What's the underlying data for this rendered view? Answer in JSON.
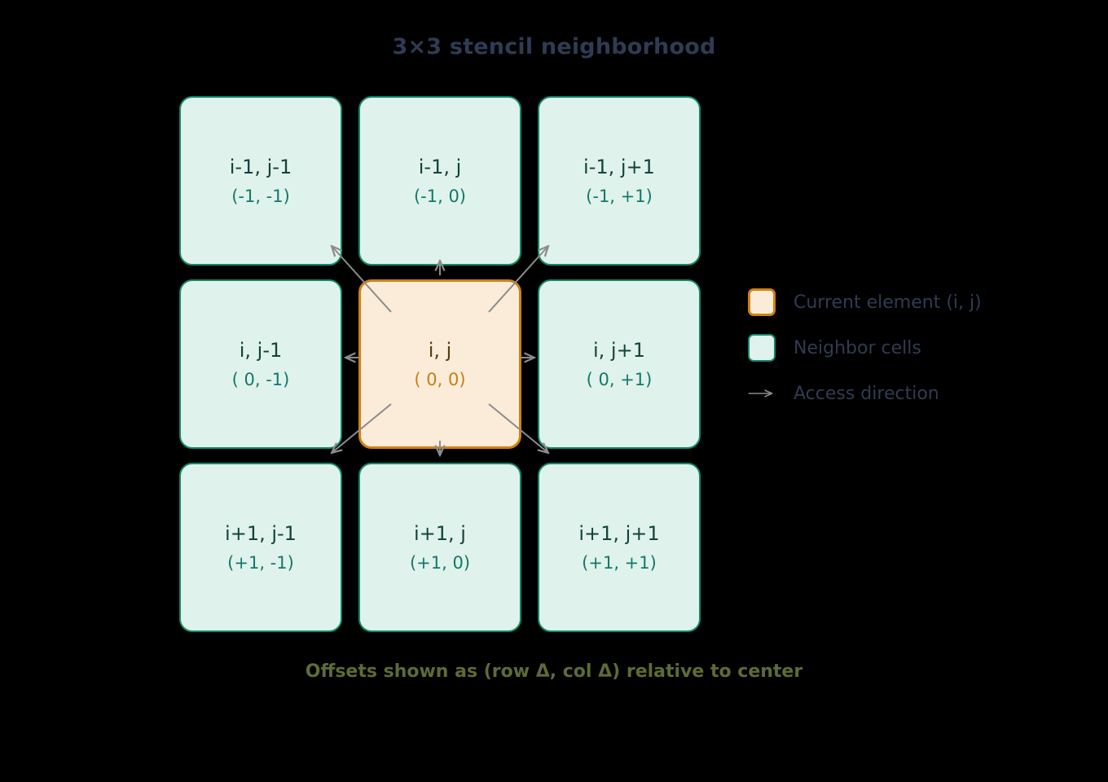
{
  "title": "3×3 stencil neighborhood",
  "caption": "Offsets shown as (row Δ, col Δ) relative to center",
  "colors": {
    "background": "#000000",
    "title_text": "#2f3b52",
    "neighbor_fill": "#e0f2ec",
    "neighbor_border": "#0f8a6a",
    "neighbor_label_text": "#12443a",
    "neighbor_offset_text": "#11796a",
    "center_fill": "#faecd9",
    "center_border": "#cf8113",
    "center_label_text": "#5a3a10",
    "center_offset_text": "#c77f16",
    "arrow": "#8c8c8c",
    "legend_text": "#2f3b52",
    "caption_text": "#5d6b35"
  },
  "grid": {
    "rows": 3,
    "cols": 3,
    "cells": [
      {
        "label": "i-1, j-1",
        "offset": "(-1, -1)",
        "kind": "neighbor",
        "name": "cell-top-left"
      },
      {
        "label": "i-1, j",
        "offset": "(-1, 0)",
        "kind": "neighbor",
        "name": "cell-top-center"
      },
      {
        "label": "i-1, j+1",
        "offset": "(-1, +1)",
        "kind": "neighbor",
        "name": "cell-top-right"
      },
      {
        "label": "i, j-1",
        "offset": "( 0, -1)",
        "kind": "neighbor",
        "name": "cell-middle-left"
      },
      {
        "label": "i, j",
        "offset": "( 0, 0)",
        "kind": "center",
        "name": "cell-center-current"
      },
      {
        "label": "i, j+1",
        "offset": "( 0, +1)",
        "kind": "neighbor",
        "name": "cell-middle-right"
      },
      {
        "label": "i+1, j-1",
        "offset": "(+1, -1)",
        "kind": "neighbor",
        "name": "cell-bottom-left"
      },
      {
        "label": "i+1, j",
        "offset": "(+1, 0)",
        "kind": "neighbor",
        "name": "cell-bottom-center"
      },
      {
        "label": "i+1, j+1",
        "offset": "(+1, +1)",
        "kind": "neighbor",
        "name": "cell-bottom-right"
      }
    ]
  },
  "legend": {
    "items": [
      {
        "marker": "current-swatch",
        "label": "Current element (i, j)"
      },
      {
        "marker": "neighbor-swatch",
        "label": "Neighbor cells"
      },
      {
        "marker": "arrow-icon",
        "label": "Access direction"
      }
    ]
  },
  "arrows": {
    "description": "Eight access-direction arrows radiating from the center cell to each neighbor",
    "directions": [
      "up-left",
      "up",
      "up-right",
      "left",
      "right",
      "down-left",
      "down",
      "down-right"
    ]
  }
}
